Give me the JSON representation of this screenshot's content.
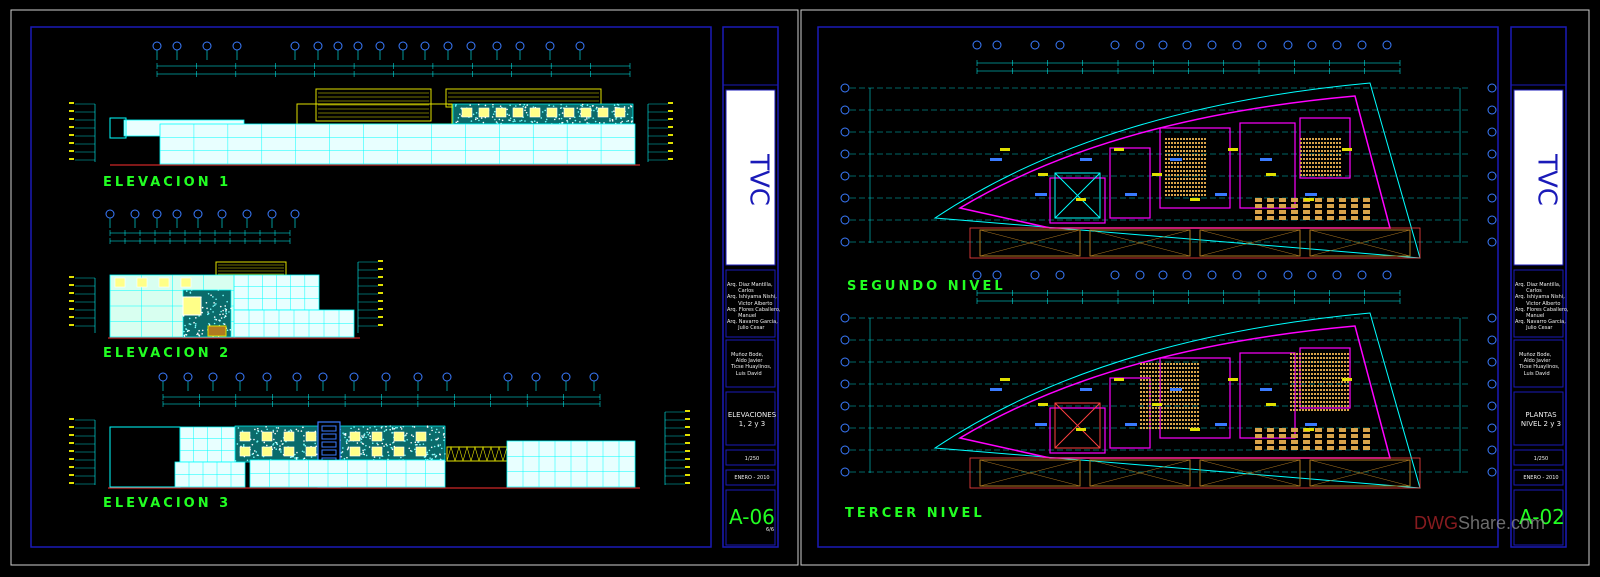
{
  "sheets": [
    {
      "drawings": [
        "ELEVACION 1",
        "ELEVACION 2",
        "ELEVACION 3"
      ],
      "logo": "TVC",
      "authors": "Arq. Diaz Mantilla,\n       Carlos\nArq. Ishiyama Nishi,\n       Victor Alberto\nArq. Flores Caballero,\n       Manuel\nArq. Navarro Garcia,\n       Julio Cesar",
      "students": "Muñoz Bode,\n   Aldo Javier\nTicse Huaylinos,\n   Luis David",
      "title": "ELEVACIONES\n1, 2 y 3",
      "scale": "1/250",
      "date": "ENERO - 2010",
      "code": "A-06",
      "code_sub": "6/6"
    },
    {
      "drawings": [
        "SEGUNDO NIVEL",
        "TERCER NIVEL"
      ],
      "logo": "TVC",
      "authors": "Arq. Diaz Mantilla,\n       Carlos\nArq. Ishiyama Nishi,\n       Victor Alberto\nArq. Flores Caballero,\n       Manuel\nArq. Navarro Garcia,\n       Julio Cesar",
      "students": "Muñoz Bode,\n   Aldo Javier\nTicse Huaylinos,\n   Luis David",
      "title": "PLANTAS\nNIVEL 2 y 3",
      "scale": "1/250",
      "date": "ENERO - 2010",
      "code": "A-02"
    }
  ],
  "watermark": {
    "prefix": "DWG",
    "suffix": "Share.com"
  },
  "colors": {
    "background": "#000000",
    "frame": "#1a1ab8",
    "accent": "#22ff22",
    "cyan": "#00ffff",
    "magenta": "#ff00ff",
    "yellow": "#e0e000"
  }
}
